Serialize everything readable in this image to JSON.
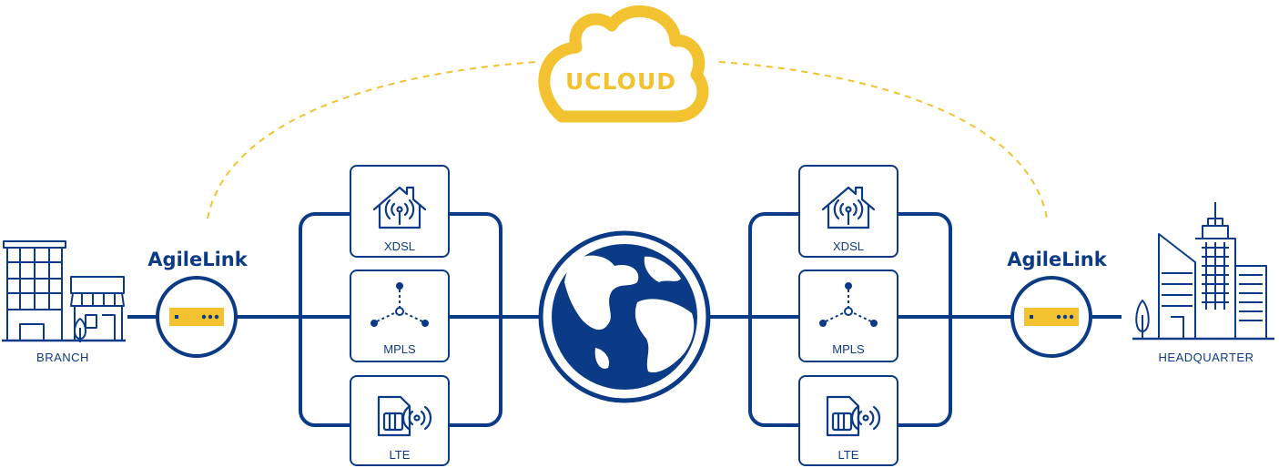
{
  "cloud": {
    "label": "UCLOUD",
    "icon": "cloud-icon"
  },
  "left": {
    "site_label": "BRANCH",
    "site_icon": "branch-building-icon",
    "device_label": "AgileLink",
    "links": [
      {
        "label": "XDSL",
        "icon": "home-wifi-icon"
      },
      {
        "label": "MPLS",
        "icon": "mpls-network-icon"
      },
      {
        "label": "LTE",
        "icon": "sim-signal-icon"
      }
    ]
  },
  "right": {
    "site_label": "HEADQUARTER",
    "site_icon": "headquarter-building-icon",
    "device_label": "AgileLink",
    "links": [
      {
        "label": "XDSL",
        "icon": "home-wifi-icon"
      },
      {
        "label": "MPLS",
        "icon": "mpls-network-icon"
      },
      {
        "label": "LTE",
        "icon": "sim-signal-icon"
      }
    ]
  },
  "internet": {
    "icon": "globe-icon"
  },
  "colors": {
    "navy": "#0b3a86",
    "yellow": "#f2c230",
    "white": "#ffffff"
  }
}
